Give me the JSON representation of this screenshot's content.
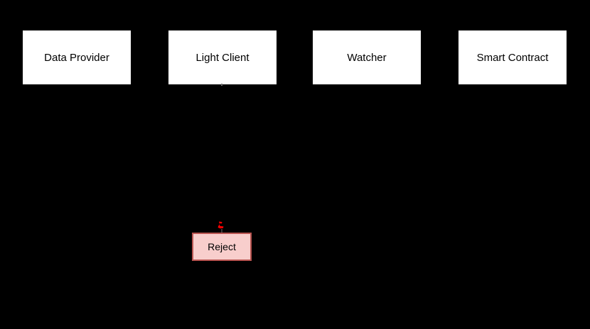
{
  "diagram": {
    "type": "sequence-diagram",
    "background_color": "#000000",
    "actors": [
      {
        "label": "Data Provider"
      },
      {
        "label": "Light Client"
      },
      {
        "label": "Watcher"
      },
      {
        "label": "Smart Contract"
      }
    ],
    "actor_style": {
      "fill": "#ffffff",
      "text_color": "#000000"
    },
    "nodes": [
      {
        "label": "Reject",
        "fill": "#f8cecc",
        "border_color": "#b85450",
        "text_color": "#000000"
      }
    ],
    "icons": [
      {
        "name": "red-scribble-icon",
        "color": "#ff0000"
      }
    ]
  }
}
